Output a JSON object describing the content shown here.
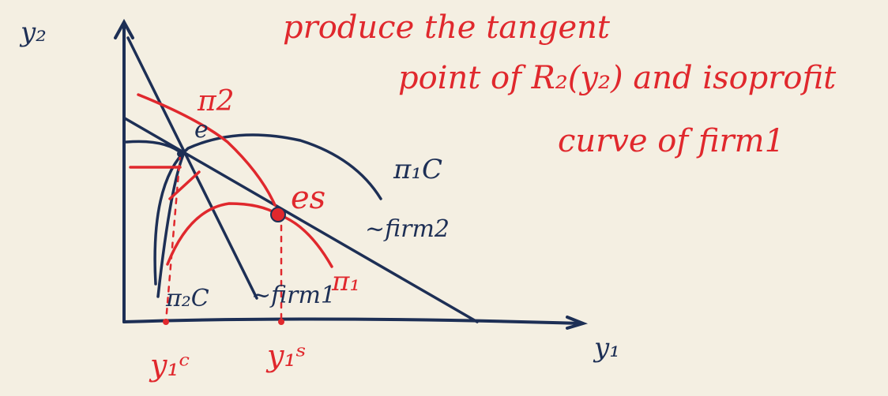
{
  "note": {
    "line1": "produce the tangent",
    "line2": "point of R₂(y₂) and isoprofit",
    "line3": "curve of firm1"
  },
  "axes": {
    "y_label": "y₂",
    "x_label": "y₁"
  },
  "labels": {
    "pi2": "π2",
    "pi1c": "π₁C",
    "pi2c": "π₂C",
    "pi1": "π₁",
    "es": "es",
    "e": "e",
    "firm1": "~firm1",
    "firm2": "~firm2",
    "y1c": "y₁ᶜ",
    "y1s": "y₁ˢ"
  },
  "colors": {
    "ink_blue": "#1d2f55",
    "ink_red": "#e0282d",
    "paper": "#f4efe2"
  }
}
